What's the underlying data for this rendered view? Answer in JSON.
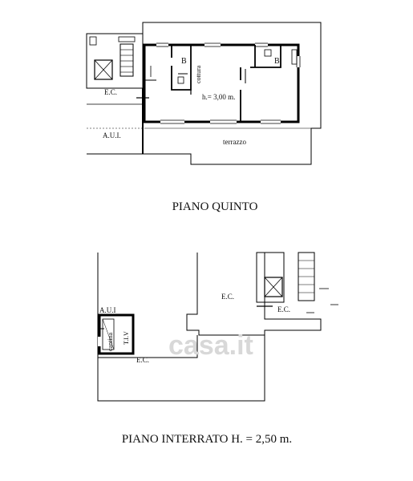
{
  "plans": {
    "upper": {
      "title": "PIANO QUINTO",
      "labels": {
        "ec": "E.C.",
        "aui": "A.U.I.",
        "bath1": "B",
        "bath2": "B",
        "cottura": "cottura",
        "height": "h.= 3,00 m.",
        "terrace": "terrazzo"
      }
    },
    "lower": {
      "title": "PIANO INTERRATO H. = 2,50 m.",
      "labels": {
        "ec_top": "E.C.",
        "ec_right": "E.C.",
        "ec_bottom": "E.C.",
        "aui": "A.U.I",
        "cantina": "cantina",
        "tiv": "T.I.V"
      }
    }
  },
  "watermark": {
    "text": "casa.it"
  }
}
